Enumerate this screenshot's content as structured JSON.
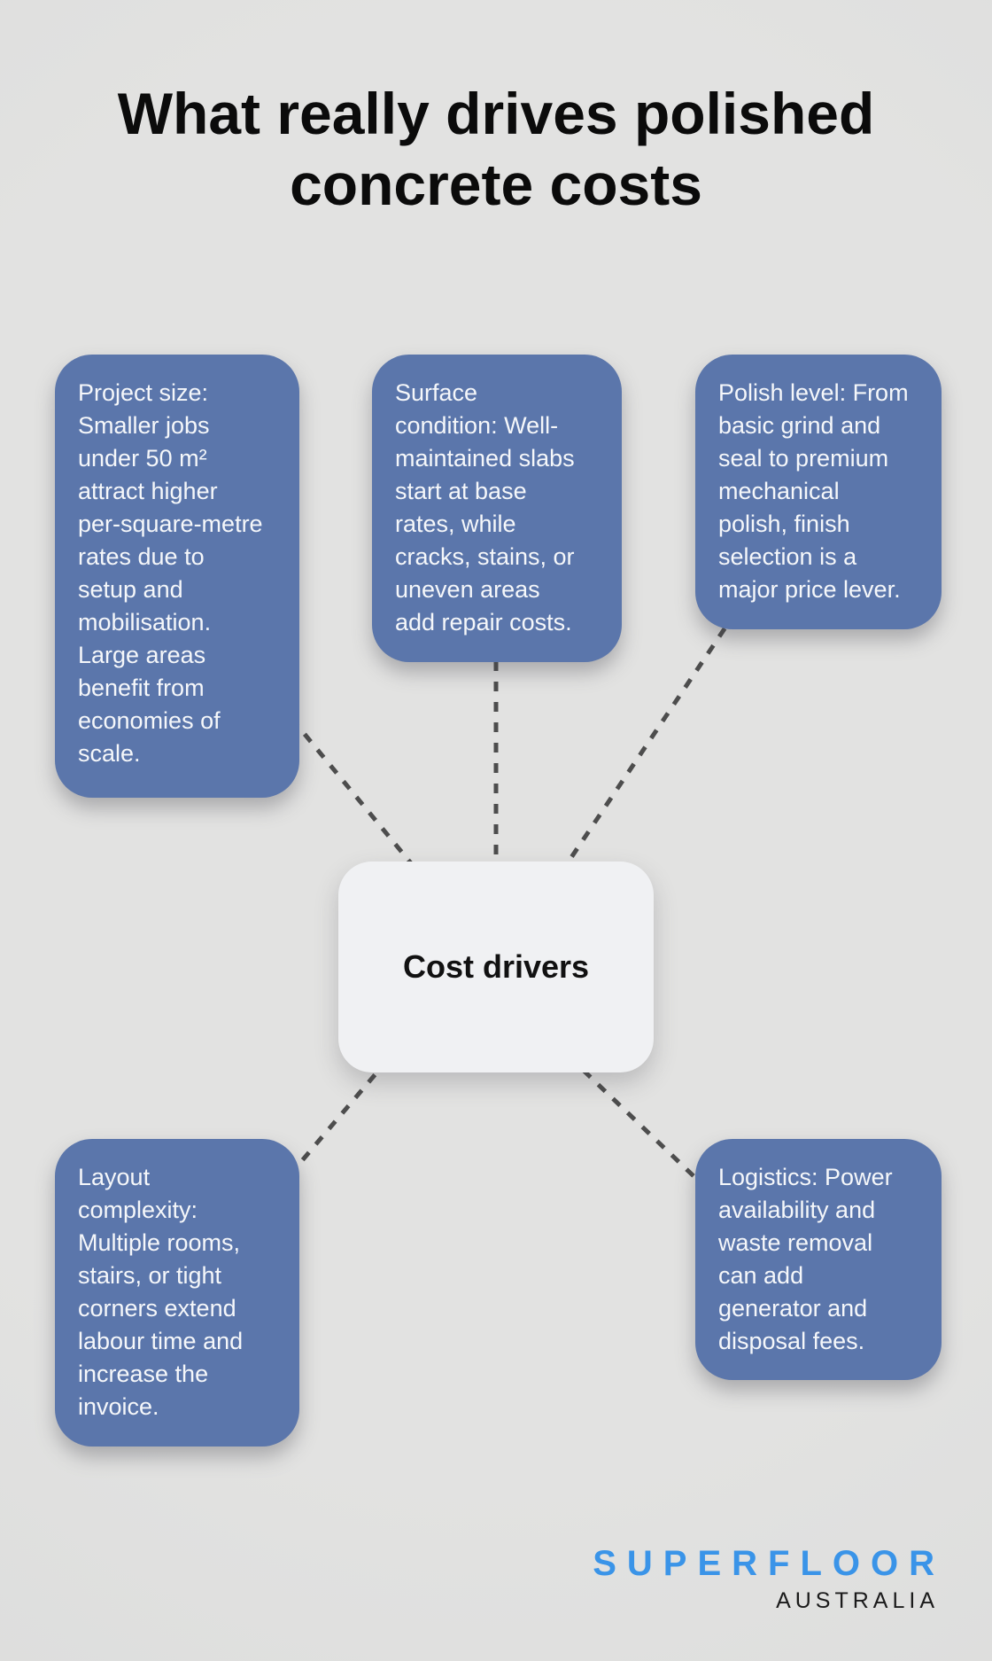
{
  "title": "What really drives polished\nconcrete costs",
  "center_node": {
    "label": "Cost drivers"
  },
  "nodes": [
    {
      "id": "project-size",
      "text": "Project size:\nSmaller jobs\nunder 50 m²\nattract higher\nper-square-metre\nrates due to\nsetup and\nmobilisation.\nLarge areas\nbenefit from\neconomies of\nscale."
    },
    {
      "id": "surface-condition",
      "text": "Surface\ncondition: Well-\nmaintained slabs\nstart at base\nrates, while\ncracks, stains, or\nuneven areas\nadd repair costs."
    },
    {
      "id": "polish-level",
      "text": "Polish level: From\nbasic grind and\nseal to premium\nmechanical\npolish, finish\nselection is a\nmajor price lever."
    },
    {
      "id": "layout-complexity",
      "text": "Layout\ncomplexity:\nMultiple rooms,\nstairs, or tight\ncorners extend\nlabour time and\nincrease the\ninvoice."
    },
    {
      "id": "logistics",
      "text": "Logistics: Power\navailability and\nwaste removal\ncan add\ngenerator and\ndisposal fees."
    }
  ],
  "logo": {
    "brand": "SUPERFLOOR",
    "region": "AUSTRALIA"
  },
  "colors": {
    "background": "#e2e2e1",
    "node-bg": "#5b76ab",
    "node-text": "#f5f7fa",
    "center-bg": "#f0f1f3",
    "center-text": "#111111",
    "connector": "#4d4d4d",
    "title-text": "#0b0b0b",
    "brand-blue": "#3a94e8",
    "brand-black": "#1b1b1b"
  }
}
